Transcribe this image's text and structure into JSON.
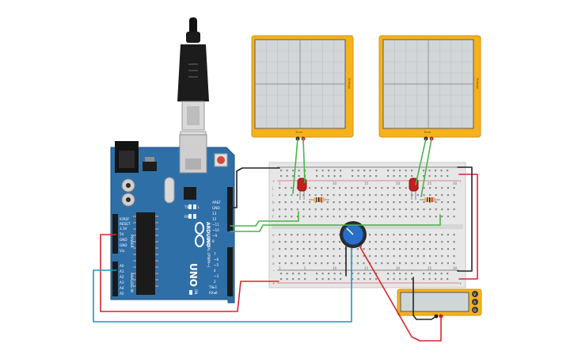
{
  "colors": {
    "arduino_board": "#2f6fa8",
    "oscilloscope_frame": "#f5b21d",
    "screen": "#d2d6d8",
    "breadboard": "#e7e7e7",
    "wire_red": "#d8262c",
    "wire_black": "#222222",
    "wire_green": "#4bb44b",
    "wire_blue": "#2196c3",
    "led": "#c41f1f",
    "potentiometer": "#2a6ec9"
  },
  "oscilloscope_left": {
    "axis_time": "Time",
    "axis_voltage": "Voltage"
  },
  "oscilloscope_right": {
    "axis_time": "Time",
    "axis_voltage": "Voltage"
  },
  "arduino": {
    "brand": "ARDUINO",
    "model": "UNO",
    "digital_label": "DIGITAL (PWM~)",
    "power_label": "POWER",
    "analog_label": "ANALOG IN",
    "tx": "TX",
    "rx": "RX",
    "on": "ON",
    "l": "L",
    "header_digital_top": [
      "AREF",
      "GND",
      "13",
      "12",
      "~11",
      "~10",
      "~9",
      "8"
    ],
    "header_digital_bottom": [
      "7",
      "~6",
      "~5",
      "4",
      "~3",
      "2",
      "TX▸1",
      "RX◂0"
    ],
    "header_power": [
      "IOREF",
      "RESET",
      "3.3V",
      "5V",
      "GND",
      "GND",
      "Vin"
    ],
    "header_analog": [
      "A0",
      "A1",
      "A2",
      "A3",
      "A4",
      "A5"
    ]
  },
  "breadboard": {
    "rows": [
      "a",
      "b",
      "c",
      "d",
      "e",
      "f",
      "g",
      "h",
      "i",
      "j"
    ],
    "columns": [
      "1",
      "5",
      "10",
      "15",
      "20",
      "25",
      "30"
    ]
  },
  "multimeter": {
    "buttons": [
      "V",
      "A",
      "Ω"
    ]
  }
}
